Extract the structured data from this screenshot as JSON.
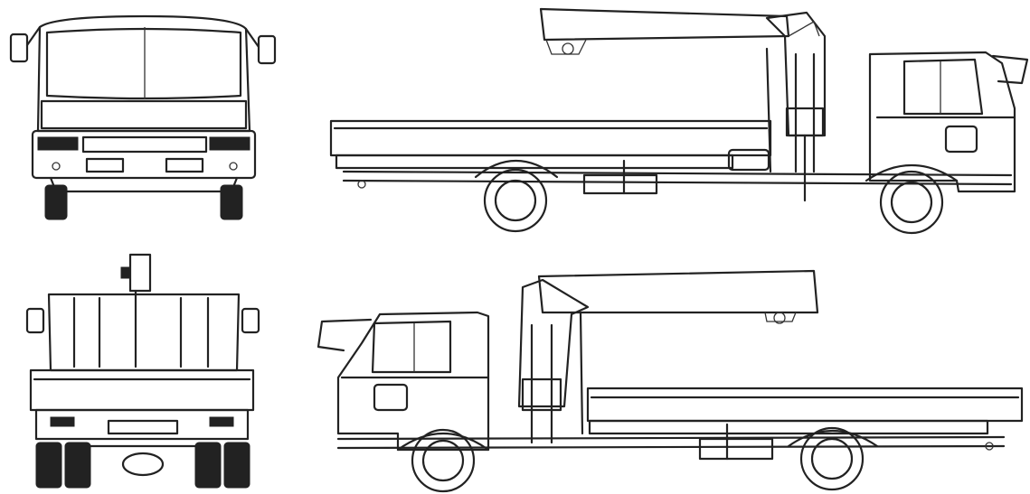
{
  "drawing": {
    "views": [
      {
        "id": "front",
        "label": ""
      },
      {
        "id": "right-side",
        "label": ""
      },
      {
        "id": "rear",
        "label": ""
      },
      {
        "id": "left-side",
        "label": ""
      }
    ],
    "colors": {
      "line": "#222222",
      "background": "#ffffff"
    }
  }
}
